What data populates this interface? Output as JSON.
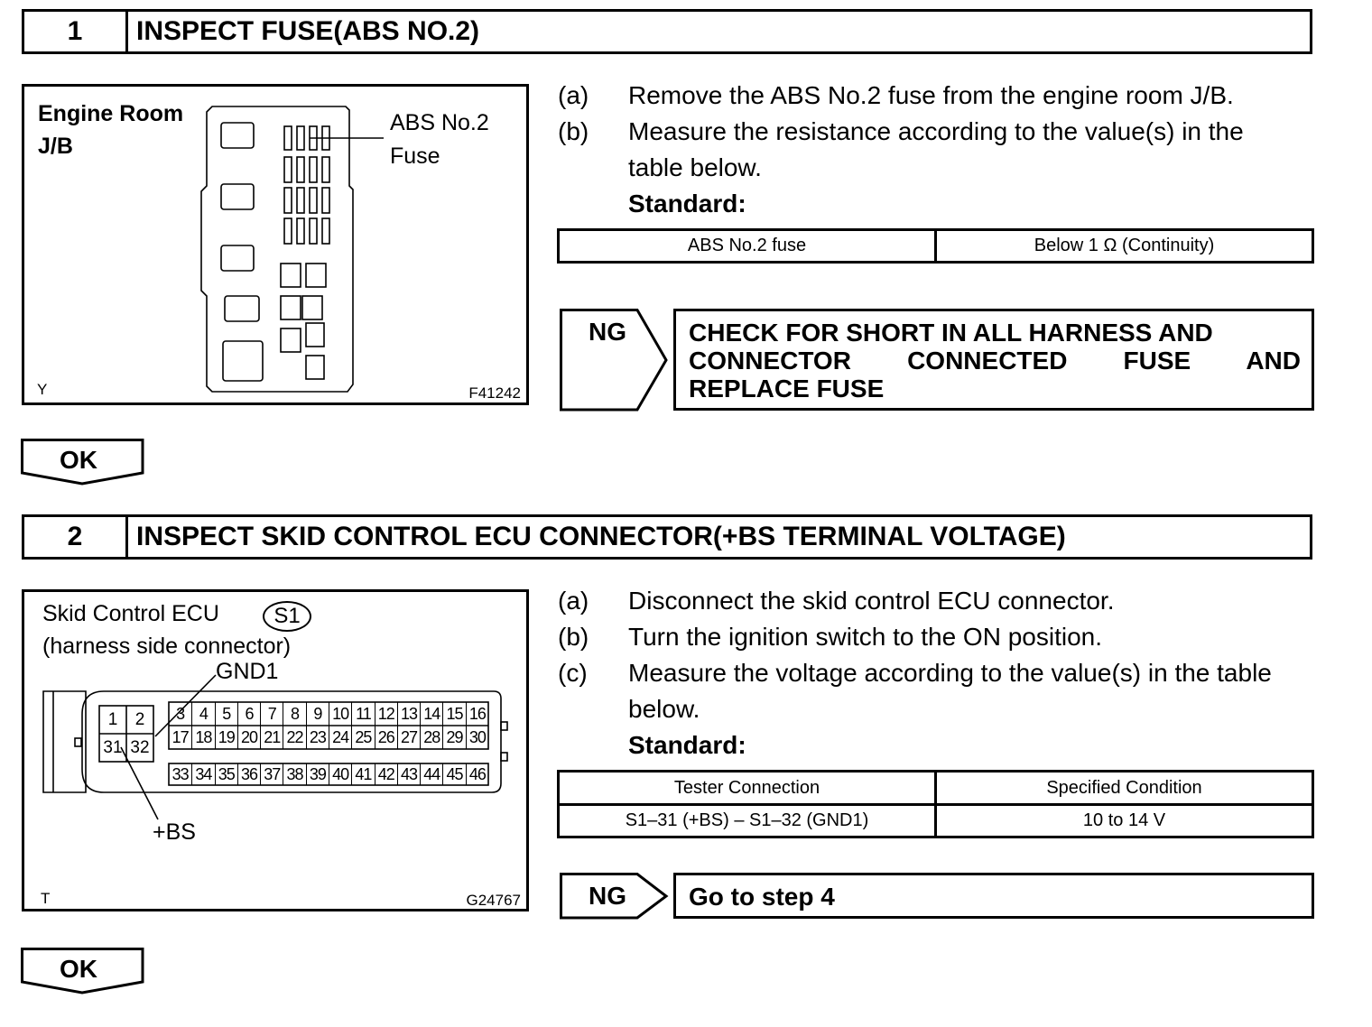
{
  "step1": {
    "number": "1",
    "title": "INSPECT FUSE(ABS NO.2)",
    "figure": {
      "location_label_line1": "Engine Room",
      "location_label_line2": "J/B",
      "callout_line1": "ABS No.2",
      "callout_line2": "Fuse",
      "corner_code": "Y",
      "figure_id": "F41242"
    },
    "instructions": [
      {
        "label": "(a)",
        "text": "Remove the ABS No.2 fuse from the engine room J/B."
      },
      {
        "label": "(b)",
        "text": "Measure the resistance according to the value(s) in the"
      },
      {
        "label": "",
        "text": "table below."
      }
    ],
    "standard_label": "Standard:",
    "table": [
      [
        "ABS No.2 fuse",
        "Below 1 Ω (Continuity)"
      ]
    ],
    "ng": {
      "label": "NG",
      "action_line1": "CHECK FOR SHORT IN ALL HARNESS AND",
      "action_line2": "CONNECTOR CONNECTED FUSE AND",
      "action_line3": "REPLACE FUSE"
    },
    "ok_label": "OK"
  },
  "step2": {
    "number": "2",
    "title": "INSPECT SKID CONTROL ECU CONNECTOR(+BS TERMINAL VOLTAGE)",
    "figure": {
      "ecu_label": "Skid Control ECU",
      "connector_code": "S1",
      "side_label": "(harness side connector)",
      "gnd_label": "GND1",
      "bs_label": "+BS",
      "corner_code": "T",
      "figure_id": "G24767",
      "pins_left_top": [
        "1",
        "2"
      ],
      "pins_left_bottom": [
        "31",
        "32"
      ],
      "pins_row1": [
        "3",
        "4",
        "5",
        "6",
        "7",
        "8",
        "9",
        "10",
        "11",
        "12",
        "13",
        "14",
        "15",
        "16"
      ],
      "pins_row2": [
        "17",
        "18",
        "19",
        "20",
        "21",
        "22",
        "23",
        "24",
        "25",
        "26",
        "27",
        "28",
        "29",
        "30"
      ],
      "pins_row3": [
        "33",
        "34",
        "35",
        "36",
        "37",
        "38",
        "39",
        "40",
        "41",
        "42",
        "43",
        "44",
        "45",
        "46"
      ]
    },
    "instructions": [
      {
        "label": "(a)",
        "text": "Disconnect the skid control ECU connector."
      },
      {
        "label": "(b)",
        "text": "Turn the ignition switch to the ON position."
      },
      {
        "label": "(c)",
        "text": "Measure the voltage according to the value(s) in the table"
      },
      {
        "label": "",
        "text": "below."
      }
    ],
    "standard_label": "Standard:",
    "table_header": [
      "Tester Connection",
      "Specified Condition"
    ],
    "table": [
      [
        "S1–31 (+BS) – S1–32 (GND1)",
        "10 to 14 V"
      ]
    ],
    "ng": {
      "label": "NG",
      "action": "Go to step 4"
    },
    "ok_label": "OK"
  }
}
